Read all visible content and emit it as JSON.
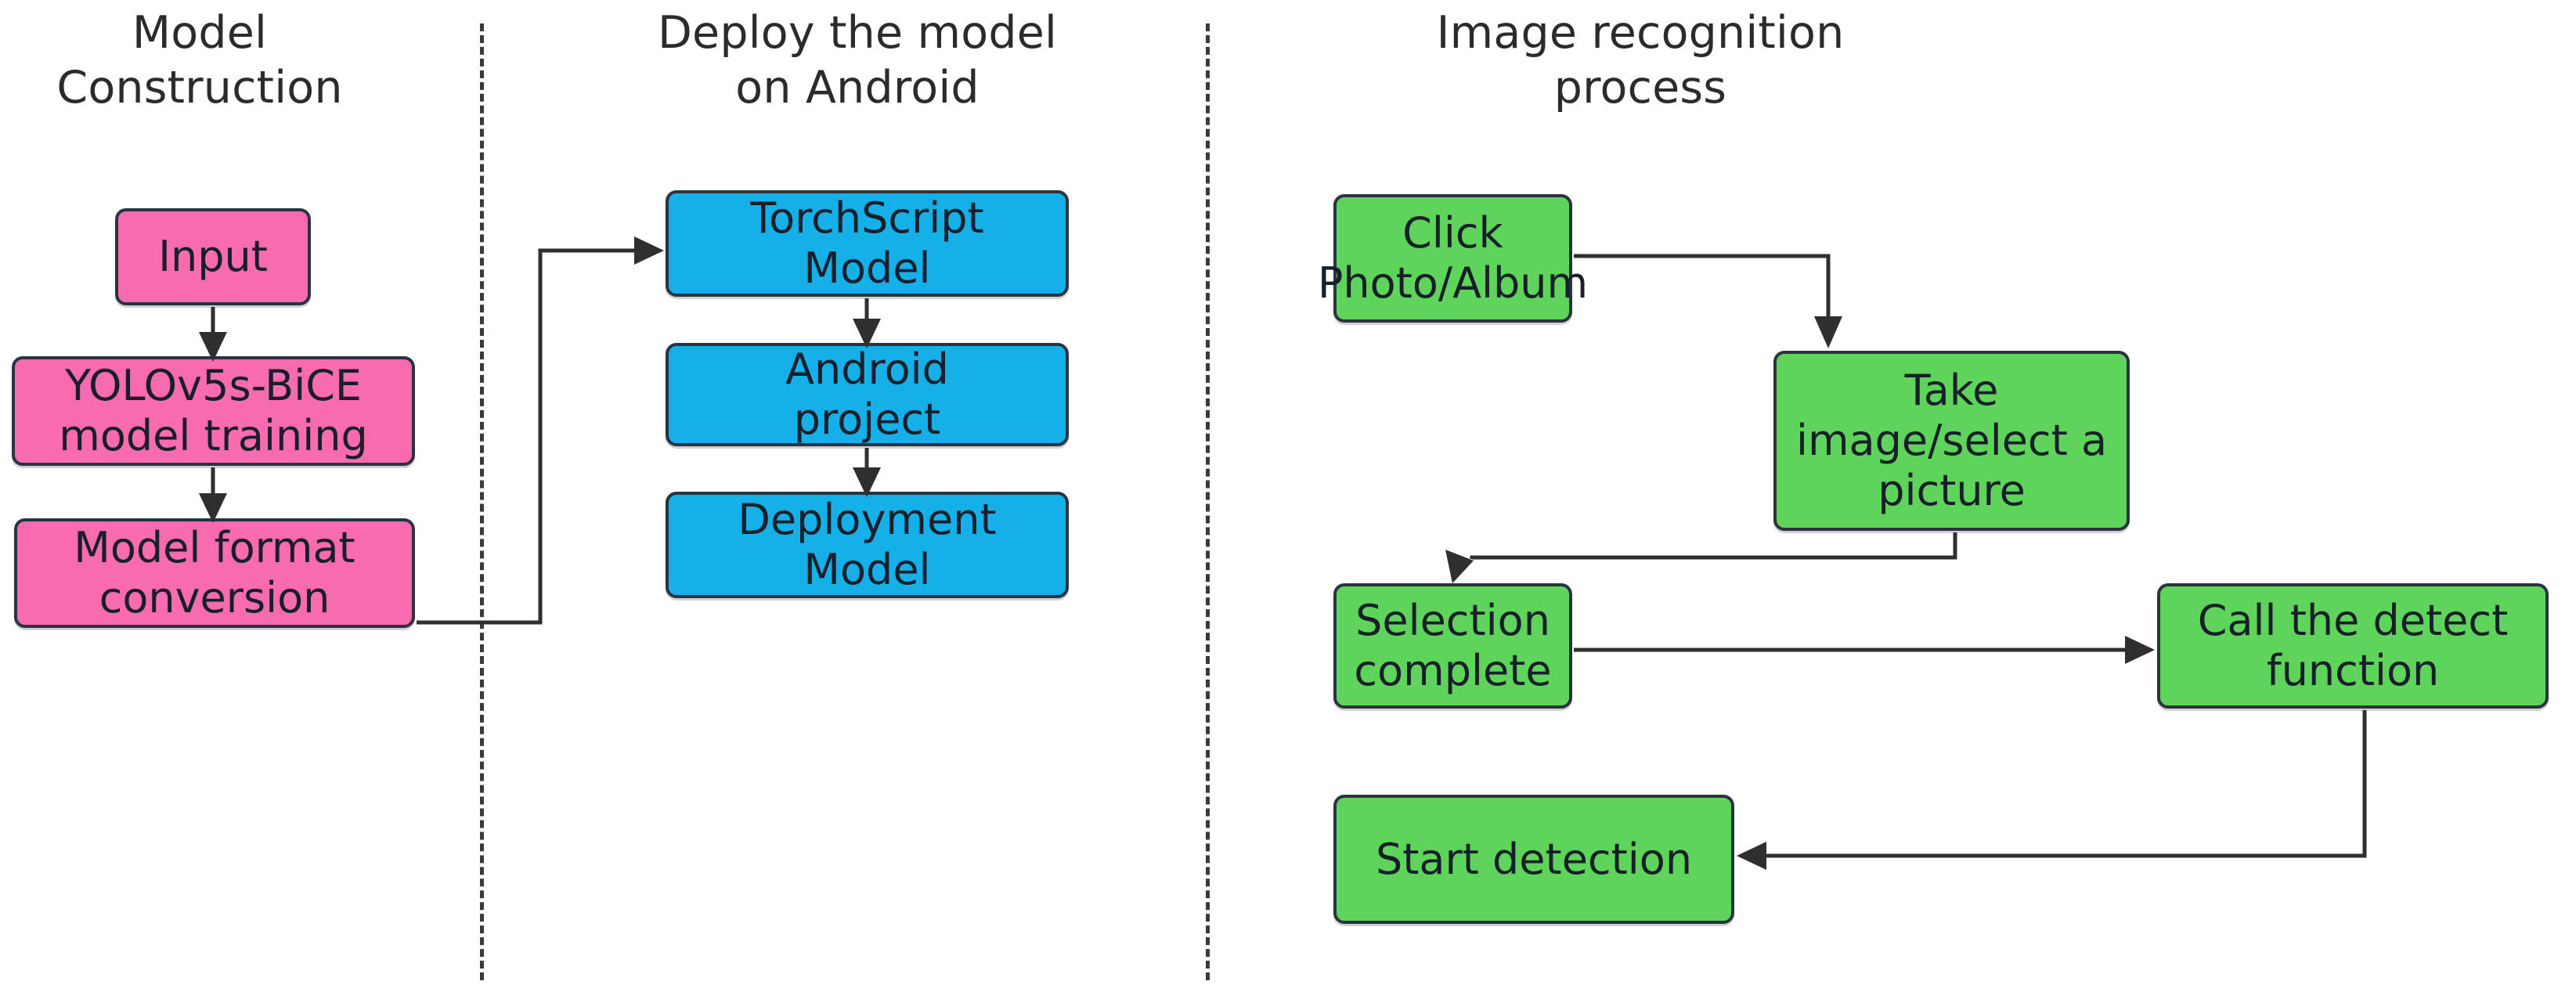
{
  "figure": {
    "type": "flowchart",
    "background": "#ffffff",
    "orientation": "three vertical panels separated by vertical dashed lines"
  },
  "colors": {
    "pink": "#f96bb0",
    "blue": "#16b0e9",
    "green": "#5fd45a",
    "node_border": "#2a3440",
    "connector": "#2f2f2f",
    "title_text": "#2b2b2b",
    "divider": "#3a3a3a"
  },
  "panels": [
    {
      "id": "model-construction",
      "title": "Model\nConstruction",
      "color": "pink",
      "nodes": [
        {
          "id": "input",
          "label": "Input"
        },
        {
          "id": "train",
          "label": "YOLOv5s-BiCE\nmodel training"
        },
        {
          "id": "convert",
          "label": "Model format\nconversion"
        }
      ]
    },
    {
      "id": "deploy-android",
      "title": "Deploy the model\non Android",
      "color": "blue",
      "nodes": [
        {
          "id": "torchscript",
          "label": "TorchScript\nModel"
        },
        {
          "id": "androidproj",
          "label": "Android\nproject"
        },
        {
          "id": "deploymodel",
          "label": "Deployment\nModel"
        }
      ]
    },
    {
      "id": "image-recognition",
      "title": "Image recognition\nprocess",
      "color": "green",
      "nodes": [
        {
          "id": "clickphoto",
          "label": "Click\nPhoto/Album"
        },
        {
          "id": "takeimage",
          "label": "Take\nimage/select a\npicture"
        },
        {
          "id": "selectdone",
          "label": "Selection\ncomplete"
        },
        {
          "id": "calldetect",
          "label": "Call the detect\nfunction"
        },
        {
          "id": "startdetect",
          "label": "Start detection"
        }
      ]
    }
  ],
  "edges": [
    {
      "from": "input",
      "to": "train",
      "style": "straight-down",
      "arrow": true
    },
    {
      "from": "train",
      "to": "convert",
      "style": "straight-down",
      "arrow": true
    },
    {
      "from": "convert",
      "to": "torchscript",
      "style": "right-up-right",
      "arrow": true
    },
    {
      "from": "torchscript",
      "to": "androidproj",
      "style": "straight-down",
      "arrow": true
    },
    {
      "from": "androidproj",
      "to": "deploymodel",
      "style": "straight-down",
      "arrow": true
    },
    {
      "from": "clickphoto",
      "to": "takeimage",
      "style": "right-down",
      "arrow": true
    },
    {
      "from": "takeimage",
      "to": "selectdone",
      "style": "down-left-down",
      "arrow": true
    },
    {
      "from": "selectdone",
      "to": "calldetect",
      "style": "straight-right",
      "arrow": true
    },
    {
      "from": "calldetect",
      "to": "startdetect",
      "style": "down-left",
      "arrow": true
    }
  ]
}
